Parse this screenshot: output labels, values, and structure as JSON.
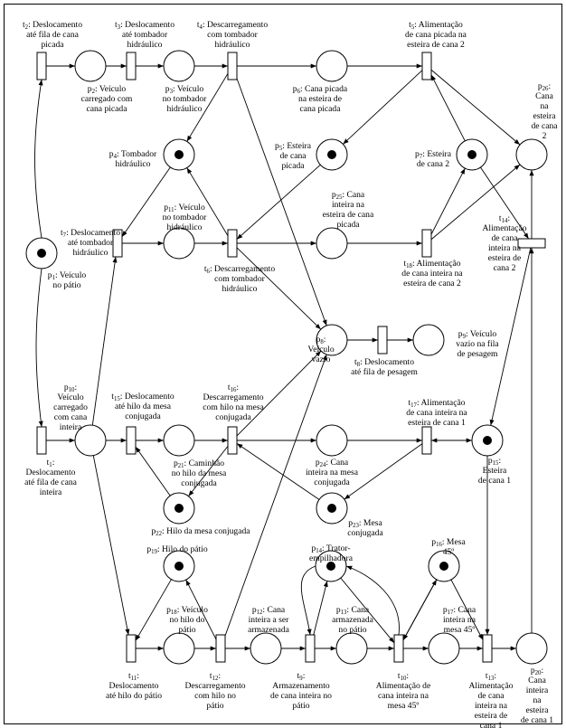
{
  "places": [
    {
      "id": "p1",
      "name": "p",
      "sub": "1",
      "lines": [
        "p1: Veículo",
        "no pátio"
      ],
      "token": true
    },
    {
      "id": "p2",
      "name": "p",
      "sub": "2",
      "lines": [
        "p2: Veículo",
        "carregado com",
        "cana picada"
      ],
      "token": false
    },
    {
      "id": "p3",
      "name": "p",
      "sub": "3",
      "lines": [
        "p3: Veículo",
        "no tombador",
        "hidráulico"
      ],
      "token": false
    },
    {
      "id": "p4",
      "name": "p",
      "sub": "4",
      "lines": [
        "p4: Tombador",
        "hidráulico"
      ],
      "token": true
    },
    {
      "id": "p5",
      "name": "p",
      "sub": "5",
      "lines": [
        "p5: Esteira",
        "de cana",
        "picada"
      ],
      "token": true
    },
    {
      "id": "p6",
      "name": "p",
      "sub": "6",
      "lines": [
        "p6: Cana picada",
        "na esteira de",
        "cana picada"
      ],
      "token": false
    },
    {
      "id": "p7",
      "name": "p",
      "sub": "7",
      "lines": [
        "p7: Esteira",
        "de cana 2"
      ],
      "token": true
    },
    {
      "id": "p8",
      "name": "p",
      "sub": "8",
      "lines": [
        "p8:",
        "Veículo",
        "vazio"
      ],
      "token": false
    },
    {
      "id": "p9",
      "name": "p",
      "sub": "9",
      "lines": [
        "p9: Veículo",
        "vazio na fila",
        "de pesagem"
      ],
      "token": false
    },
    {
      "id": "p10",
      "name": "p",
      "sub": "10",
      "lines": [
        "p10:",
        "Veículo",
        "carregado",
        "com cana",
        "inteira"
      ],
      "token": false
    },
    {
      "id": "p11",
      "name": "p",
      "sub": "11",
      "lines": [
        "p11: Veículo",
        "no tombador",
        "hidráulico"
      ],
      "token": false
    },
    {
      "id": "p12",
      "name": "p",
      "sub": "12",
      "lines": [
        "p12: Cana",
        "inteira a ser",
        "armazenada"
      ],
      "token": false
    },
    {
      "id": "p13",
      "name": "p",
      "sub": "13",
      "lines": [
        "p13: Cana",
        "armazenada",
        "no pátio"
      ],
      "token": false
    },
    {
      "id": "p14",
      "name": "p",
      "sub": "14",
      "lines": [
        "p14: Trator-",
        "empilhadora"
      ],
      "token": true
    },
    {
      "id": "p15",
      "name": "p",
      "sub": "15",
      "lines": [
        "p15:",
        "Esteira",
        "de cana 1"
      ],
      "token": true
    },
    {
      "id": "p16",
      "name": "p",
      "sub": "16",
      "lines": [
        "p16: Mesa",
        "45º"
      ],
      "token": true
    },
    {
      "id": "p17",
      "name": "p",
      "sub": "17",
      "lines": [
        "p17: Cana",
        "inteira na",
        "mesa 45º"
      ],
      "token": false
    },
    {
      "id": "p18",
      "name": "p",
      "sub": "18",
      "lines": [
        "p18: Veículo",
        "no hilo do",
        "pátio"
      ],
      "token": false
    },
    {
      "id": "p19",
      "name": "p",
      "sub": "19",
      "lines": [
        "p19: Hilo do pátio"
      ],
      "token": true
    },
    {
      "id": "p20",
      "name": "p",
      "sub": "20",
      "lines": [
        "p20:",
        "Cana",
        "inteira",
        "na",
        "esteira",
        "de cana 1"
      ],
      "token": false
    },
    {
      "id": "p21",
      "name": "p",
      "sub": "21",
      "lines": [
        "p21: Caminhão",
        "no hilo da mesa",
        "conjugada"
      ],
      "token": false
    },
    {
      "id": "p22",
      "name": "p",
      "sub": "22",
      "lines": [
        "p22: Hilo da mesa conjugada"
      ],
      "token": true
    },
    {
      "id": "p23",
      "name": "p",
      "sub": "23",
      "lines": [
        "p23: Mesa",
        "conjugada"
      ],
      "token": true
    },
    {
      "id": "p24",
      "name": "p",
      "sub": "24",
      "lines": [
        "p24: Cana",
        "inteira na mesa",
        "conjugada"
      ],
      "token": false
    },
    {
      "id": "p25",
      "name": "p",
      "sub": "25",
      "lines": [
        "p25: Cana",
        "inteira na",
        "esteira de cana",
        "picada"
      ],
      "token": false
    },
    {
      "id": "p26",
      "name": "p",
      "sub": "26",
      "lines": [
        "p26:",
        "Cana",
        "na",
        "esteira",
        "de cana",
        "2"
      ],
      "token": false
    }
  ],
  "transitions": [
    {
      "id": "t1",
      "sub": "1",
      "lines": [
        "t1:",
        "Deslocamento",
        "até fila de cana",
        "inteira"
      ]
    },
    {
      "id": "t2",
      "sub": "2",
      "lines": [
        "t2: Deslocamento",
        "até fila de cana",
        "picada"
      ]
    },
    {
      "id": "t3",
      "sub": "3",
      "lines": [
        "t3: Deslocamento",
        "até tombador",
        "hidráulico"
      ]
    },
    {
      "id": "t4",
      "sub": "4",
      "lines": [
        "t4: Descarregamento",
        "com tombador",
        "hidráulico"
      ]
    },
    {
      "id": "t5",
      "sub": "5",
      "lines": [
        "t5: Alimentação",
        "de cana picada na",
        "esteira de cana 2"
      ]
    },
    {
      "id": "t6",
      "sub": "6",
      "lines": [
        "t6: Descarregamento",
        "com tombador",
        "hidráulico"
      ]
    },
    {
      "id": "t7",
      "sub": "7",
      "lines": [
        "t7: Deslocamento",
        "até tombador",
        "hidráulico"
      ]
    },
    {
      "id": "t8",
      "sub": "8",
      "lines": [
        "t8: Deslocamento",
        "até fila de pesagem"
      ]
    },
    {
      "id": "t9",
      "sub": "9",
      "lines": [
        "t9:",
        "Armazenamento",
        "de cana inteira no",
        "pátio"
      ]
    },
    {
      "id": "t10",
      "sub": "10",
      "lines": [
        "t10:",
        "Alimentação de",
        "cana inteira na",
        "mesa 45º"
      ]
    },
    {
      "id": "t11",
      "sub": "11",
      "lines": [
        "t11:",
        "Deslocamento",
        "até hilo do pátio"
      ]
    },
    {
      "id": "t12",
      "sub": "12",
      "lines": [
        "t12:",
        "Descarregamento",
        "com hilo no",
        "pátio"
      ]
    },
    {
      "id": "t13",
      "sub": "13",
      "lines": [
        "t13:",
        "Alimentação",
        "de cana",
        "inteira na",
        "esteira de",
        "cana 1"
      ]
    },
    {
      "id": "t14",
      "sub": "14",
      "lines": [
        "t14:",
        "Alimentação",
        "de cana",
        "inteira na",
        "esteira de",
        "cana 2"
      ]
    },
    {
      "id": "t15",
      "sub": "15",
      "lines": [
        "t15: Deslocamento",
        "até hilo da mesa",
        "conjugada"
      ]
    },
    {
      "id": "t16",
      "sub": "16",
      "lines": [
        "t16:",
        "Descarregamento",
        "com hilo na mesa",
        "conjugada"
      ]
    },
    {
      "id": "t17",
      "sub": "17",
      "lines": [
        "t17: Alimentação",
        "de cana inteira na",
        "esteira de cana 1"
      ]
    },
    {
      "id": "t18",
      "sub": "18",
      "lines": [
        "t18: Alimentação",
        "de cana inteira na",
        "esteira de cana 2"
      ]
    }
  ]
}
